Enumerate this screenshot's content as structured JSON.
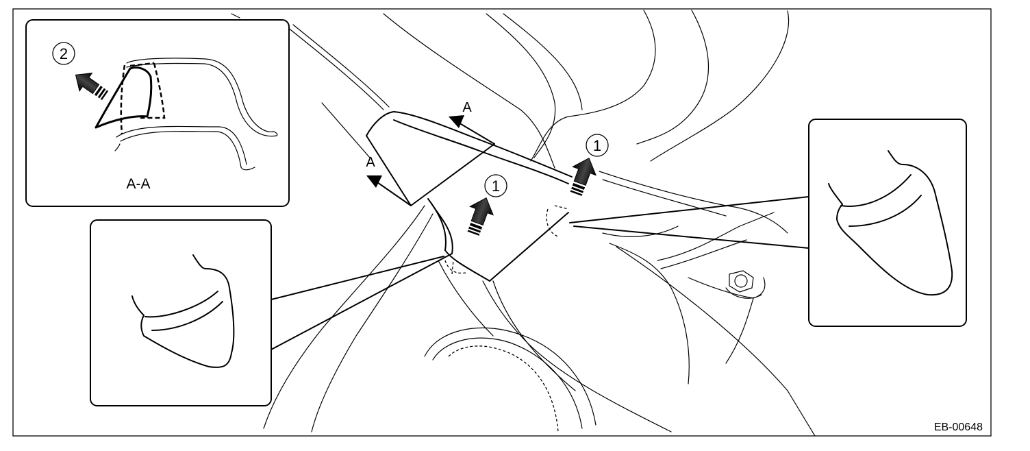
{
  "figure": {
    "section_view_label": "A-A",
    "section_marker_upper": "A",
    "section_marker_lower": "A",
    "callout_clip_left": "1",
    "callout_clip_right": "1",
    "callout_detach": "2",
    "figure_id": "EB-00648"
  },
  "colors": {
    "line": "#000000",
    "background": "#ffffff",
    "hatch": "#666666"
  },
  "icons": [
    "push-arrow-icon",
    "section-arrow-icon",
    "detach-arrow-icon"
  ]
}
